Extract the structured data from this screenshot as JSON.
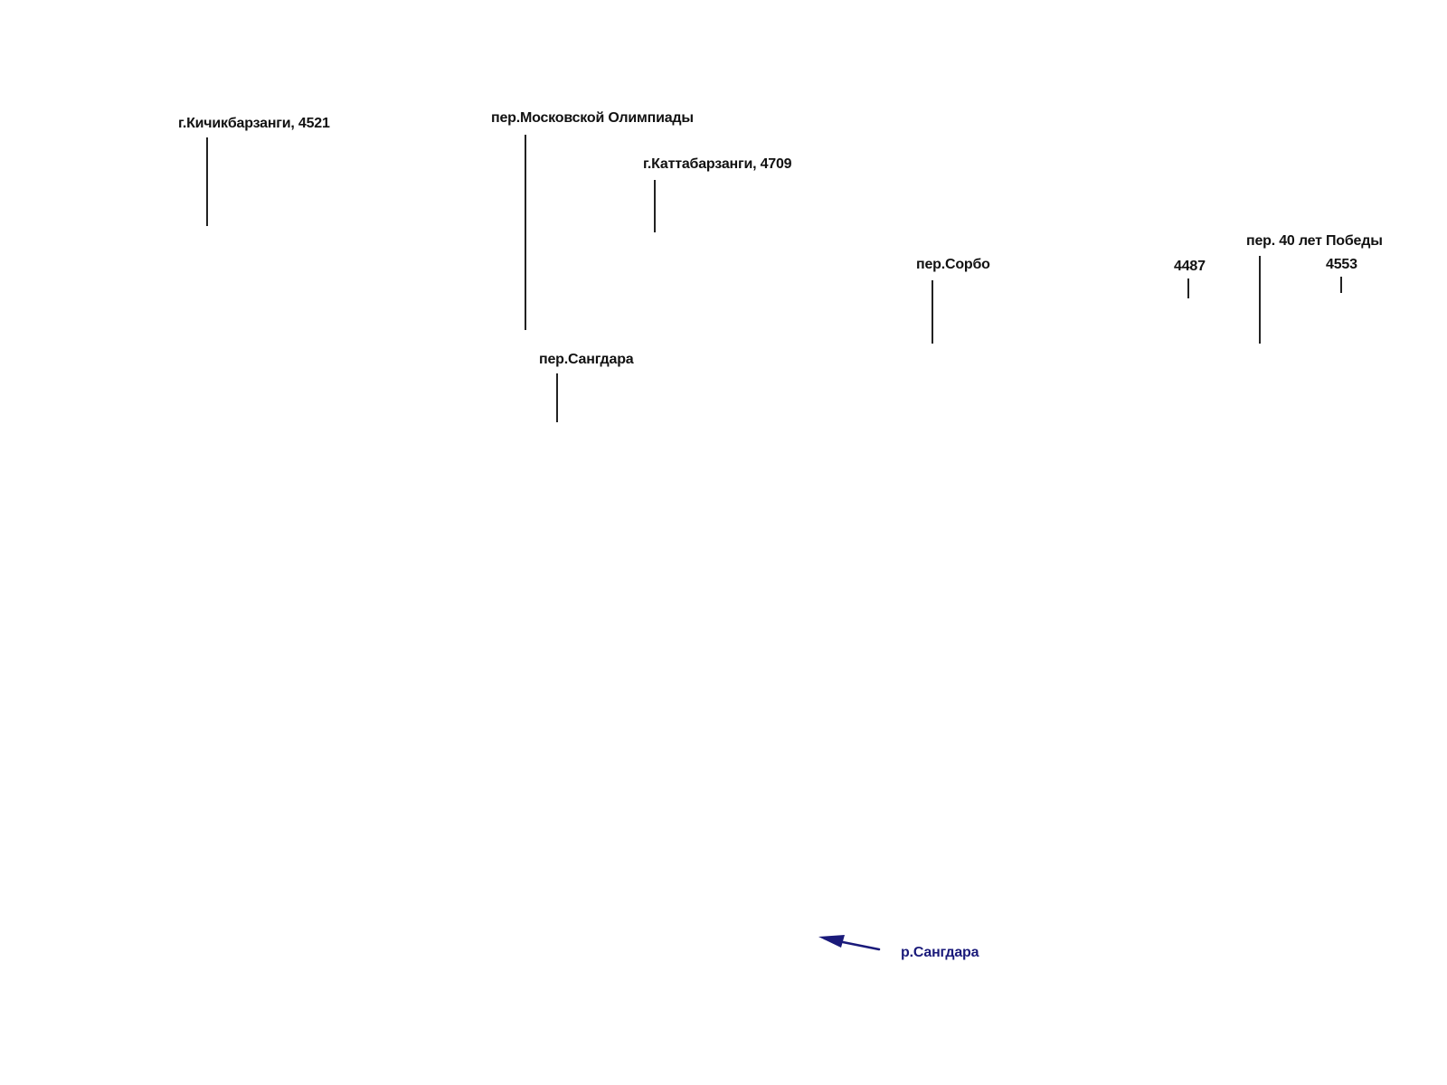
{
  "labels": {
    "kichikbarzangi": "г.Кичикбарзанги, 4521",
    "moskovskoy_olimpiady": "пер.Московской Олимпиады",
    "kattabarzangi": "г.Каттабарзанги,  4709",
    "sorbo": "пер.Сорбо",
    "peak_4487": "4487",
    "pobedy": "пер. 40 лет Победы",
    "peak_4553": "4553",
    "sangdara_pass": "пер.Сангдара",
    "sangdara_river": "р.Сангдара"
  },
  "colors": {
    "text": "#111111",
    "river": "#1a1a7a"
  }
}
